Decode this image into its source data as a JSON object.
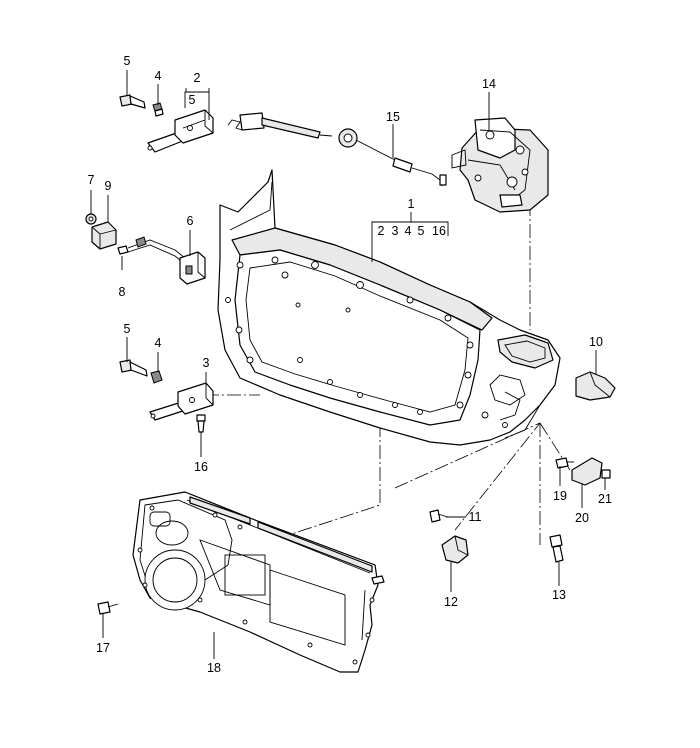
{
  "callouts": {
    "c1": "1",
    "c2": "2",
    "c3": "3",
    "c4a": "4",
    "c4b": "4",
    "c5a": "5",
    "c5b": "5",
    "c6": "6",
    "c7": "7",
    "c8": "8",
    "c9": "9",
    "c10": "10",
    "c11": "11",
    "c12": "12",
    "c13": "13",
    "c14": "14",
    "c15": "15",
    "c16": "16",
    "c17": "17",
    "c18": "18",
    "c19": "19",
    "c20": "20",
    "c21": "21"
  },
  "groups": {
    "g2_sub": "5",
    "g1_subs": [
      "2",
      "3",
      "4",
      "5",
      "16"
    ]
  }
}
